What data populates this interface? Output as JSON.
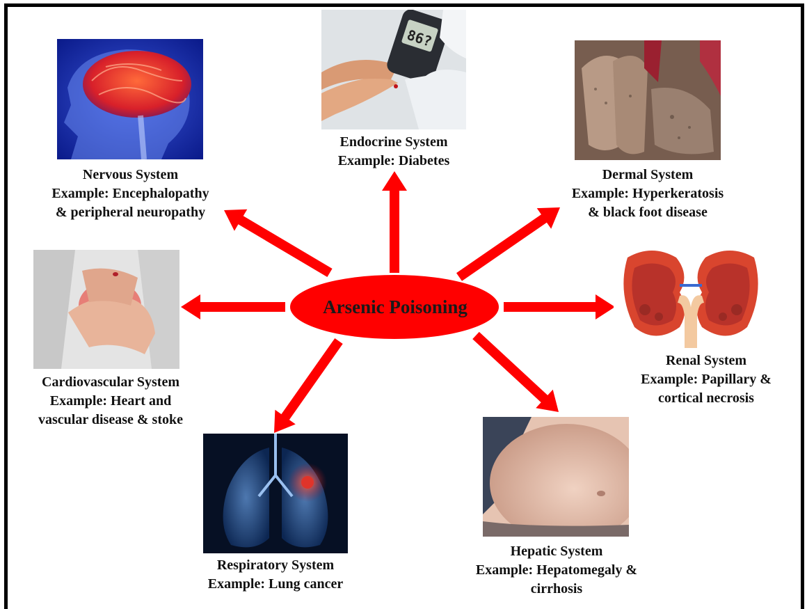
{
  "center": {
    "label": "Arsenic Poisoning"
  },
  "systems": {
    "nervous": {
      "title": "Nervous System",
      "line2": "Example: Encephalopathy",
      "line3": "& peripheral neuropathy",
      "image": "brain-illustration"
    },
    "endocrine": {
      "title": "Endocrine System",
      "line2": "Example: Diabetes",
      "image": "glucose-meter-photo",
      "meter_reading": "86?"
    },
    "dermal": {
      "title": "Dermal System",
      "line2": "Example: Hyperkeratosis",
      "line3": "& black foot disease",
      "image": "skin-lesion-photo"
    },
    "cardiovascular": {
      "title": "Cardiovascular System",
      "line2": "Example: Heart and",
      "line3": "vascular disease & stoke",
      "image": "chest-pain-photo"
    },
    "renal": {
      "title": "Renal System",
      "line2": "Example: Papillary &",
      "line3": "cortical necrosis",
      "image": "kidney-illustration"
    },
    "respiratory": {
      "title": "Respiratory System",
      "line2": "Example: Lung cancer",
      "image": "lung-illustration"
    },
    "hepatic": {
      "title": "Hepatic System",
      "line2": "Example: Hepatomegaly &",
      "line3": "cirrhosis",
      "image": "abdomen-photo"
    }
  },
  "colors": {
    "arrow": "#ff0000",
    "ellipse": "#ff0000",
    "frame": "#000000"
  }
}
